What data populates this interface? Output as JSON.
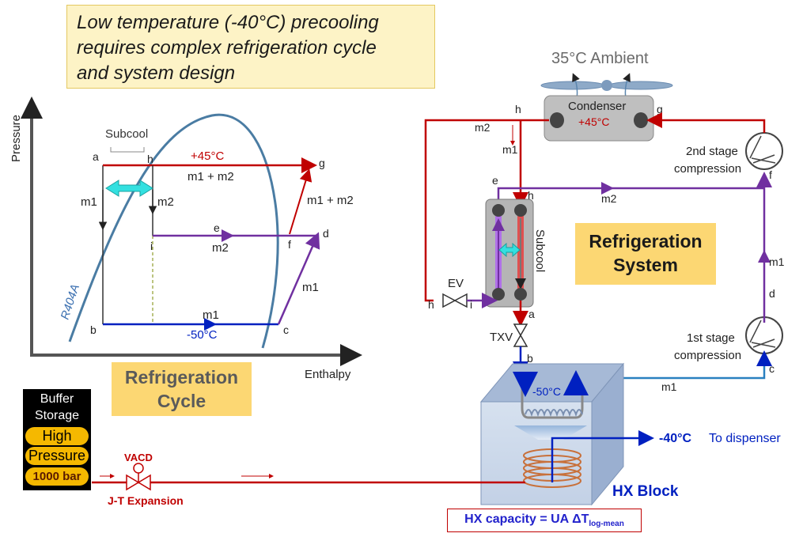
{
  "title": {
    "lines": [
      "Low temperature (-40°C) precooling",
      "requires complex refrigeration cycle",
      "and system design"
    ]
  },
  "cycle_plot": {
    "ylabel": "Pressure",
    "xlabel": "Enthalpy",
    "fluid": "R404A",
    "subcool": "Subcool",
    "temp_high": "+45°C",
    "temp_low": "-50°C",
    "pt_a": "a",
    "pt_h": "h",
    "pt_g": "g",
    "pt_b": "b",
    "pt_c": "c",
    "pt_d": "d",
    "pt_e": "e",
    "pt_f": "f",
    "pt_i": "i",
    "m1": "m1",
    "m2": "m2",
    "m1m2": "m1 + m2"
  },
  "cycle_label": [
    "Refrigeration",
    "Cycle"
  ],
  "system_label": [
    "Refrigeration",
    "System"
  ],
  "system": {
    "ambient": "35°C Ambient",
    "condenser": "Condenser",
    "cond_temp": "+45°C",
    "stage2": [
      "2nd stage",
      "compression"
    ],
    "stage1": [
      "1st stage",
      "compression"
    ],
    "subcool": "Subcool",
    "ev": "EV",
    "txv": "TXV",
    "hx_temp": "-50°C",
    "out_temp": "-40°C",
    "dispenser": "To dispenser",
    "hx_block": "HX Block"
  },
  "buffer": {
    "head": [
      "Buffer",
      "Storage"
    ],
    "high": "High",
    "pressure": "Pressure",
    "bar": "1000 bar"
  },
  "vacd": "VACD",
  "jt": "J-T Expansion",
  "hx_capacity": {
    "main": "HX capacity = UA ΔT",
    "sub": "log-mean"
  },
  "colors": {
    "red": "#c00000",
    "purple": "#7030a0",
    "blue": "#0020c0",
    "teal_arrow": "#33e0e0",
    "dome": "#4a7ca3"
  }
}
